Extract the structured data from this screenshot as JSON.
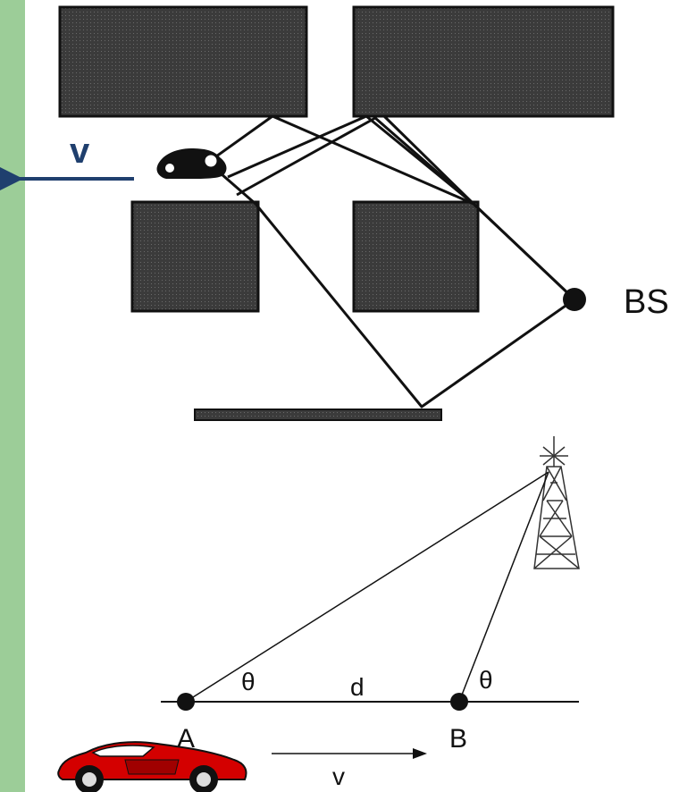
{
  "top_diagram": {
    "velocity_label": "v",
    "base_station_label": "BS"
  },
  "bottom_diagram": {
    "point_a_label": "A",
    "point_b_label": "B",
    "distance_label": "d",
    "angle_at_a_label": "θ",
    "angle_at_b_label": "θ",
    "velocity_label": "v"
  },
  "colors": {
    "sidebar": "#9ccd98",
    "building": "#3b3b3b",
    "velocity_arrow": "#1f3f6e",
    "car_body": "#d40000"
  }
}
